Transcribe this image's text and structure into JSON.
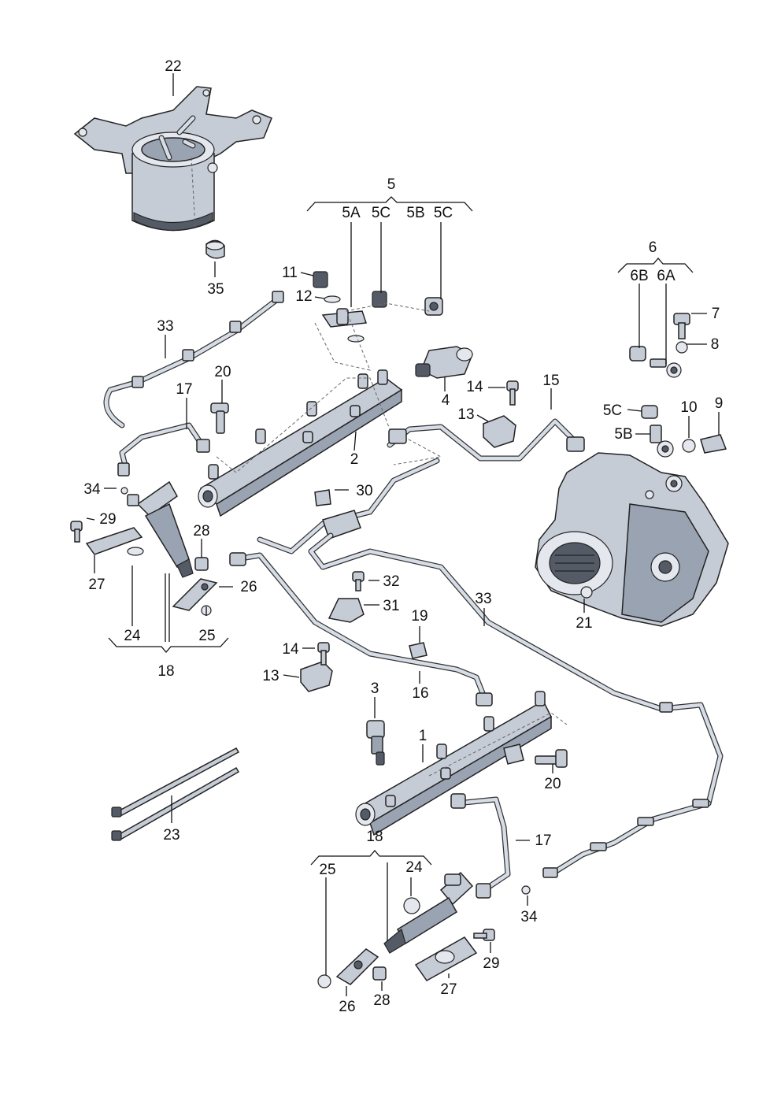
{
  "labels": {
    "l22": "22",
    "l35": "35",
    "l5": "5",
    "l5A": "5A",
    "l5C_a": "5C",
    "l5B": "5B",
    "l5C_b": "5C",
    "l11": "11",
    "l12": "12",
    "l33_top": "33",
    "l20_top": "20",
    "l17_top": "17",
    "l4": "4",
    "l14_top": "14",
    "l13_top": "13",
    "l15": "15",
    "l2": "2",
    "l6": "6",
    "l6B": "6B",
    "l6A": "6A",
    "l7": "7",
    "l8": "8",
    "l5C_c": "5C",
    "l5B_b": "5B",
    "l10": "10",
    "l9": "9",
    "l34_top": "34",
    "l30": "30",
    "l29_top": "29",
    "l28_top": "28",
    "l27_top": "27",
    "l26_top": "26",
    "l32": "32",
    "l31": "31",
    "l33_mid": "33",
    "l21": "21",
    "l24_top": "24",
    "l25_top": "25",
    "l18_top": "18",
    "l19": "19",
    "l14_mid": "14",
    "l13_mid": "13",
    "l16": "16",
    "l3": "3",
    "l1": "1",
    "l20_bot": "20",
    "l23": "23",
    "l17_bot": "17",
    "l18_bot": "18",
    "l25_bot": "25",
    "l24_bot": "24",
    "l34_bot": "34",
    "l29_bot": "29",
    "l26_bot": "26",
    "l28_bot": "28",
    "l27_bot": "27"
  },
  "colors": {
    "metal": "#c6ccd6",
    "metal_dark": "#9aa3b1",
    "line": "#111111"
  }
}
